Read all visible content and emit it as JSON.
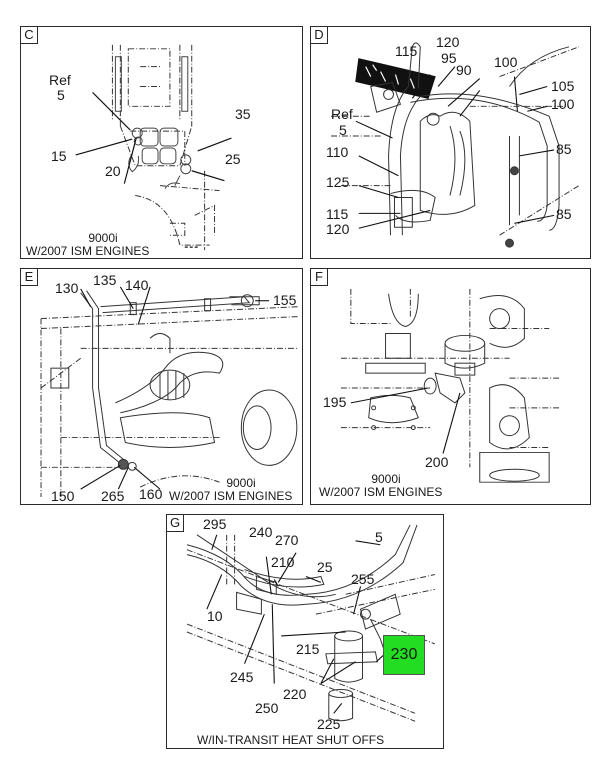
{
  "panels": {
    "C": {
      "letter": "C",
      "callouts": {
        "ref": "Ref",
        "ref_num": "5",
        "c15": "15",
        "c20": "20",
        "c35": "35",
        "c25": "25"
      },
      "caption_line1": "9000i",
      "caption_line2": "W/2007 ISM ENGINES"
    },
    "D": {
      "letter": "D",
      "callouts": {
        "c115a": "115",
        "c120a": "120",
        "c95": "95",
        "c90": "90",
        "c100a": "100",
        "c105": "105",
        "c100b": "100",
        "ref": "Ref",
        "ref_num": "5",
        "c110": "110",
        "c85a": "85",
        "c125": "125",
        "c115b": "115",
        "c120b": "120",
        "c85b": "85"
      }
    },
    "E": {
      "letter": "E",
      "callouts": {
        "c130": "130",
        "c135": "135",
        "c140": "140",
        "c155": "155",
        "c150": "150",
        "c265": "265",
        "c160": "160"
      },
      "caption_line1": "9000i",
      "caption_line2": "W/2007 ISM ENGINES"
    },
    "F": {
      "letter": "F",
      "callouts": {
        "c195": "195",
        "c200": "200"
      },
      "caption_line1": "9000i",
      "caption_line2": "W/2007 ISM ENGINES"
    },
    "G": {
      "letter": "G",
      "callouts": {
        "c295": "295",
        "c240": "240",
        "c270": "270",
        "c5": "5",
        "c210": "210",
        "c25": "25",
        "c255": "255",
        "c10": "10",
        "c215": "215",
        "c245": "245",
        "c220": "220",
        "c250": "250",
        "c225": "225"
      },
      "highlighted_callout": "230",
      "highlight_color": "#22dd22",
      "caption": "W/IN-TRANSIT HEAT SHUT OFFS"
    }
  }
}
